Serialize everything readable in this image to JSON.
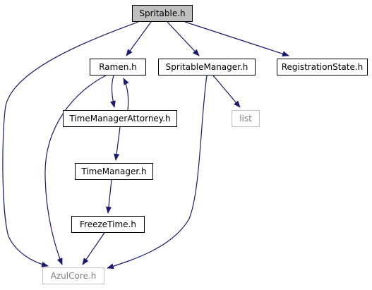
{
  "colors": {
    "edge": "#191970",
    "node_border": "#000000",
    "root_fill": "#bfbfbf",
    "external_border": "#bfbfbf",
    "external_text": "#7f7f7f"
  },
  "nodes": {
    "spritable_h": "Spritable.h",
    "ramen_h": "Ramen.h",
    "spritable_manager_h": "SpritableManager.h",
    "registration_state_h": "RegistrationState.h",
    "time_manager_attorney_h": "TimeManagerAttorney.h",
    "list": "list",
    "time_manager_h": "TimeManager.h",
    "freeze_time_h": "FreezeTime.h",
    "azul_core_h": "AzulCore.h"
  },
  "edges": [
    {
      "from": "spritable_h",
      "to": "ramen_h"
    },
    {
      "from": "spritable_h",
      "to": "spritable_manager_h"
    },
    {
      "from": "spritable_h",
      "to": "registration_state_h"
    },
    {
      "from": "spritable_h",
      "to": "azul_core_h"
    },
    {
      "from": "ramen_h",
      "to": "time_manager_attorney_h"
    },
    {
      "from": "time_manager_attorney_h",
      "to": "ramen_h"
    },
    {
      "from": "ramen_h",
      "to": "azul_core_h"
    },
    {
      "from": "spritable_manager_h",
      "to": "list"
    },
    {
      "from": "spritable_manager_h",
      "to": "azul_core_h"
    },
    {
      "from": "time_manager_attorney_h",
      "to": "time_manager_h"
    },
    {
      "from": "time_manager_h",
      "to": "freeze_time_h"
    },
    {
      "from": "freeze_time_h",
      "to": "azul_core_h"
    }
  ]
}
